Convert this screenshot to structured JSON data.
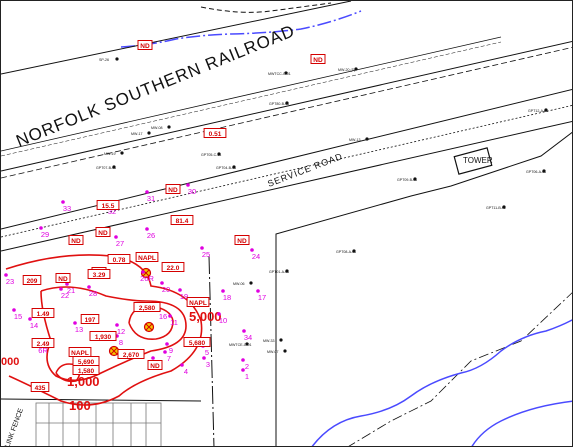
{
  "map": {
    "railroad_label": "NORFOLK  SOUTHERN  RAILROAD",
    "service_road_label": "SERVICE  ROAD",
    "tower_label": "TOWER",
    "fence_label": "LINK FENCE",
    "colors": {
      "concentration": "#d40000",
      "magenta_points": "#e000e0",
      "contour": "#e01010",
      "creek": "#4a4aff",
      "linework": "#111111"
    }
  },
  "concentration_labels": [
    {
      "id": "c1",
      "text": "ND"
    },
    {
      "id": "c2",
      "text": "ND"
    },
    {
      "id": "c3",
      "text": "0.51"
    },
    {
      "id": "c4",
      "text": "ND"
    },
    {
      "id": "c5",
      "text": "15.5"
    },
    {
      "id": "c6",
      "text": "ND"
    },
    {
      "id": "c7",
      "text": "81.4"
    },
    {
      "id": "c8",
      "text": "ND"
    },
    {
      "id": "c9",
      "text": "ND"
    },
    {
      "id": "c10",
      "text": "ND"
    },
    {
      "id": "c11",
      "text": "0.78"
    },
    {
      "id": "c12",
      "text": "NAPL"
    },
    {
      "id": "c13",
      "text": "22.0"
    },
    {
      "id": "c14",
      "text": "209"
    },
    {
      "id": "c15",
      "text": "ND"
    },
    {
      "id": "c16",
      "text": "3.29"
    },
    {
      "id": "c17",
      "text": "1.49"
    },
    {
      "id": "c18",
      "text": "197"
    },
    {
      "id": "c19",
      "text": "2,580"
    },
    {
      "id": "c20",
      "text": "NAPL"
    },
    {
      "id": "c21",
      "text": "1,930"
    },
    {
      "id": "c22",
      "text": "2.49"
    },
    {
      "id": "c23",
      "text": "NAPL"
    },
    {
      "id": "c24",
      "text": "5,690"
    },
    {
      "id": "c25",
      "text": "5,680"
    },
    {
      "id": "c26",
      "text": "2,670"
    },
    {
      "id": "c27",
      "text": "1,580"
    },
    {
      "id": "c28",
      "text": "ND"
    },
    {
      "id": "c29",
      "text": "435"
    }
  ],
  "contour_labels": [
    "5,000",
    "1,000",
    "100",
    "000"
  ],
  "magenta_labels": [
    "1",
    "2",
    "3",
    "4",
    "5",
    "6",
    "7",
    "8",
    "9",
    "10",
    "11",
    "12",
    "13",
    "14",
    "15",
    "16",
    "17",
    "18",
    "19",
    "20",
    "21",
    "22",
    "23",
    "24",
    "25",
    "26",
    "26R",
    "27",
    "28",
    "29",
    "30",
    "31",
    "32",
    "33",
    "34",
    "6R"
  ],
  "well_ids": [
    "SP-26",
    "MW-08",
    "MWTCC-C-01",
    "MW-20 (D)",
    "GPT80-B-01",
    "GPT12-A-01",
    "MW-17",
    "GPT07-B-01",
    "MW-19",
    "GPT04-B-01",
    "GPT09-B-01",
    "GPT06-A-01",
    "GPT11-B-01",
    "MW-13",
    "GPT08-A-01",
    "GPT01-A-01",
    "MWTCE-C-01",
    "MW-33",
    "MW-06",
    "MW-07",
    "GPT05-C-01"
  ]
}
